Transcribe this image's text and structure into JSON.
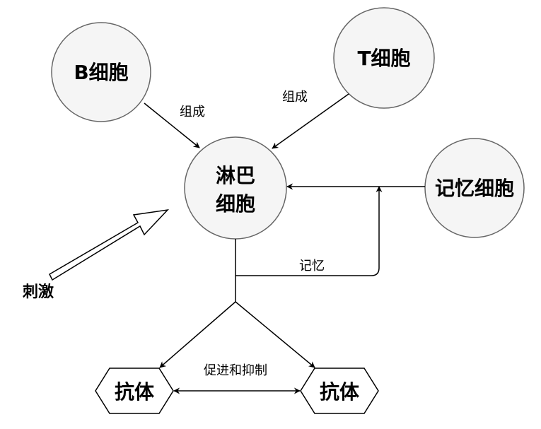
{
  "colors": {
    "node_fill": "#f5f5f5",
    "node_stroke": "#666666",
    "edge": "#000000"
  },
  "nodes": {
    "b_cell": "B细胞",
    "t_cell": "T细胞",
    "lymph_line1": "淋巴",
    "lymph_line2": "细胞",
    "memory_cell": "记忆细胞",
    "antibody_left": "抗体",
    "antibody_right": "抗体",
    "stimulus": "刺激"
  },
  "edges": {
    "b_compose": "组成",
    "t_compose": "组成",
    "memory": "记忆",
    "promote_inhibit": "促进和抑制"
  }
}
